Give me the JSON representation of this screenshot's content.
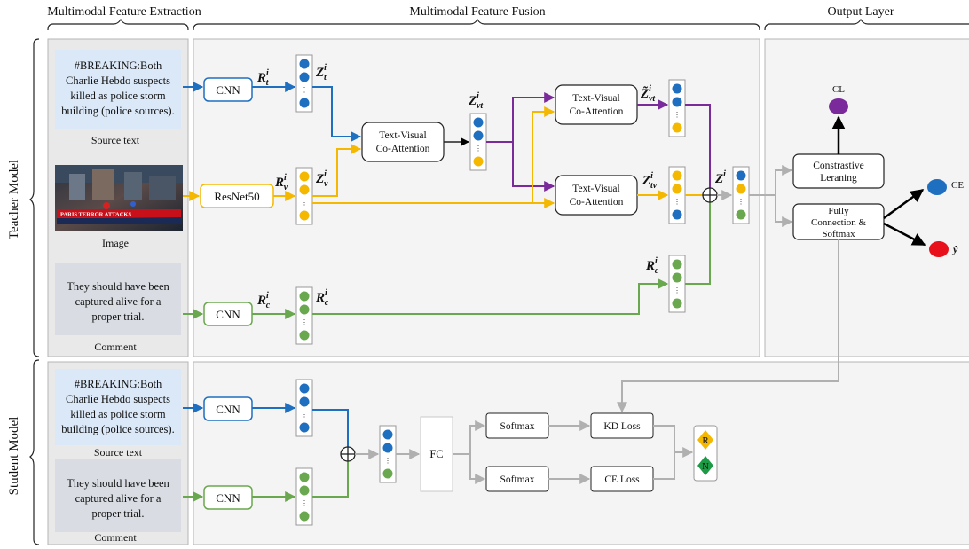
{
  "headers": {
    "extraction": "Multimodal Feature Extraction",
    "fusion": "Multimodal Feature Fusion",
    "output": "Output Layer"
  },
  "side_labels": {
    "teacher": "Teacher Model",
    "student": "Student Model"
  },
  "inputs": {
    "source_text_lines": [
      "#BREAKING:Both",
      "Charlie Hebdo suspects",
      "killed as police storm",
      "building (police sources)."
    ],
    "source_text_caption": "Source text",
    "image_caption": "Image",
    "image_banner_text": "PARIS TERROR ATTACKS",
    "comment_lines": [
      "They should have been",
      "captured alive for a",
      "proper trial."
    ],
    "comment_caption": "Comment"
  },
  "encoders": {
    "cnn": "CNN",
    "resnet": "ResNet50"
  },
  "symbols": {
    "r_t": {
      "base": "R",
      "sub": "t",
      "sup": "i"
    },
    "z_t": {
      "base": "Z",
      "sub": "t",
      "sup": "i"
    },
    "r_v": {
      "base": "R",
      "sub": "v",
      "sup": "i"
    },
    "z_v": {
      "base": "Z",
      "sub": "v",
      "sup": "i"
    },
    "r_c": {
      "base": "R",
      "sub": "c",
      "sup": "i"
    },
    "z_vt": {
      "base": "Z",
      "sub": "vt",
      "sup": "i"
    },
    "z_vt_tilde": {
      "base": "Z̃",
      "sub": "vt",
      "sup": "i"
    },
    "z_tv": {
      "base": "Z",
      "sub": "tv",
      "sup": "i"
    },
    "z": {
      "base": "Z",
      "sub": "",
      "sup": "i"
    },
    "y_hat": "ŷ"
  },
  "modules": {
    "coattention_lines": [
      "Text-Visual",
      "Co-Attention"
    ],
    "contrastive_lines": [
      "Constrastive",
      "Leraning"
    ],
    "fc_softmax_lines": [
      "Fully",
      "Connection &",
      "Softmax"
    ],
    "fc": "FC",
    "softmax": "Softmax",
    "kd_loss": "KD Loss",
    "ce_loss": "CE Loss"
  },
  "outputs": {
    "cl": "CL",
    "ce": "CE",
    "rumor": "R",
    "non_rumor": "N"
  },
  "colors": {
    "text_blue": "#1f6fc0",
    "visual_yellow": "#f5b800",
    "comment_green": "#6aa84f",
    "fused_purple": "#7a2a9a",
    "output_red": "#e8101a",
    "arrow_gray": "#b0b0b0",
    "panel_gray": "#f4f4f4",
    "input_blue": "#dbe8f7",
    "input_gray": "#d9dde3"
  }
}
